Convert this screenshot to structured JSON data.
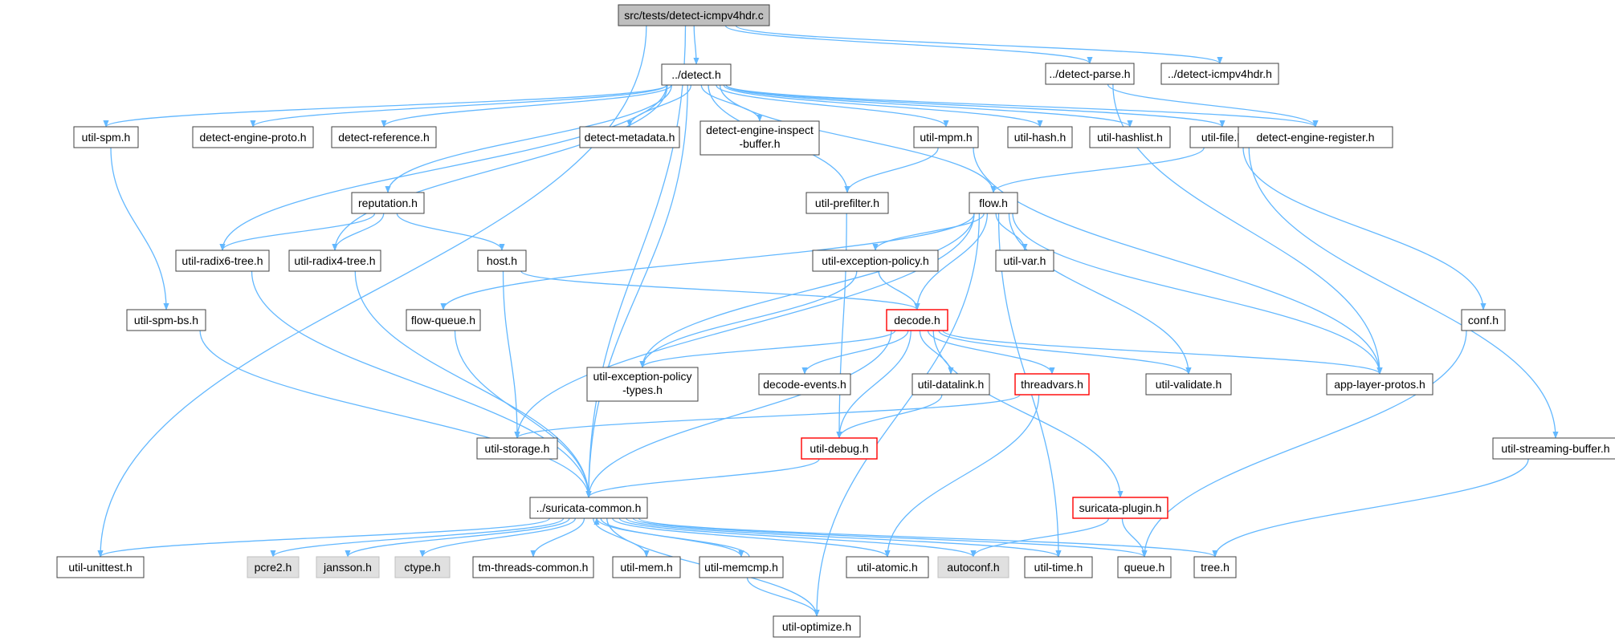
{
  "colors": {
    "edge": "#63b8ff",
    "node_fill": "#ffffff",
    "node_border": "#404040",
    "root_fill": "#bfbfbf",
    "external_fill": "#e0e0e0",
    "truncated_border": "#ff0000"
  },
  "nodes": [
    {
      "id": "root",
      "label": "src/tests/detect-icmpv4hdr.c",
      "style": "root"
    },
    {
      "id": "detect",
      "label": "../detect.h",
      "style": "normal"
    },
    {
      "id": "detect-parse",
      "label": "../detect-parse.h",
      "style": "normal"
    },
    {
      "id": "detect-icmpv4hdr",
      "label": "../detect-icmpv4hdr.h",
      "style": "normal"
    },
    {
      "id": "util-spm",
      "label": "util-spm.h",
      "style": "normal"
    },
    {
      "id": "detect-engine-proto",
      "label": "detect-engine-proto.h",
      "style": "normal"
    },
    {
      "id": "detect-reference",
      "label": "detect-reference.h",
      "style": "normal"
    },
    {
      "id": "detect-metadata",
      "label": "detect-metadata.h",
      "style": "normal"
    },
    {
      "id": "detect-engine-inspect-buffer",
      "label": [
        "detect-engine-inspect",
        "-buffer.h"
      ],
      "style": "normal"
    },
    {
      "id": "util-mpm",
      "label": "util-mpm.h",
      "style": "normal"
    },
    {
      "id": "util-hash",
      "label": "util-hash.h",
      "style": "normal"
    },
    {
      "id": "util-hashlist",
      "label": "util-hashlist.h",
      "style": "normal"
    },
    {
      "id": "util-file",
      "label": "util-file.h",
      "style": "normal"
    },
    {
      "id": "detect-engine-register",
      "label": "detect-engine-register.h",
      "style": "normal"
    },
    {
      "id": "reputation",
      "label": "reputation.h",
      "style": "normal"
    },
    {
      "id": "util-prefilter",
      "label": "util-prefilter.h",
      "style": "normal"
    },
    {
      "id": "flow",
      "label": "flow.h",
      "style": "normal"
    },
    {
      "id": "util-radix6-tree",
      "label": "util-radix6-tree.h",
      "style": "normal"
    },
    {
      "id": "util-radix4-tree",
      "label": "util-radix4-tree.h",
      "style": "normal"
    },
    {
      "id": "host",
      "label": "host.h",
      "style": "normal"
    },
    {
      "id": "util-exception-policy",
      "label": "util-exception-policy.h",
      "style": "normal"
    },
    {
      "id": "util-var",
      "label": "util-var.h",
      "style": "normal"
    },
    {
      "id": "util-spm-bs",
      "label": "util-spm-bs.h",
      "style": "normal"
    },
    {
      "id": "flow-queue",
      "label": "flow-queue.h",
      "style": "normal"
    },
    {
      "id": "decode",
      "label": "decode.h",
      "style": "truncated"
    },
    {
      "id": "conf",
      "label": "conf.h",
      "style": "normal"
    },
    {
      "id": "util-exception-policy-types",
      "label": [
        "util-exception-policy",
        "-types.h"
      ],
      "style": "normal"
    },
    {
      "id": "decode-events",
      "label": "decode-events.h",
      "style": "normal"
    },
    {
      "id": "util-datalink",
      "label": "util-datalink.h",
      "style": "normal"
    },
    {
      "id": "threadvars",
      "label": "threadvars.h",
      "style": "truncated"
    },
    {
      "id": "util-validate",
      "label": "util-validate.h",
      "style": "normal"
    },
    {
      "id": "app-layer-protos",
      "label": "app-layer-protos.h",
      "style": "normal"
    },
    {
      "id": "util-storage",
      "label": "util-storage.h",
      "style": "normal"
    },
    {
      "id": "util-debug",
      "label": "util-debug.h",
      "style": "truncated"
    },
    {
      "id": "util-streaming-buffer",
      "label": "util-streaming-buffer.h",
      "style": "normal"
    },
    {
      "id": "suricata-common",
      "label": "../suricata-common.h",
      "style": "normal"
    },
    {
      "id": "suricata-plugin",
      "label": "suricata-plugin.h",
      "style": "truncated"
    },
    {
      "id": "util-unittest",
      "label": "util-unittest.h",
      "style": "normal"
    },
    {
      "id": "pcre2",
      "label": "pcre2.h",
      "style": "external"
    },
    {
      "id": "jansson",
      "label": "jansson.h",
      "style": "external"
    },
    {
      "id": "ctype",
      "label": "ctype.h",
      "style": "external"
    },
    {
      "id": "tm-threads-common",
      "label": "tm-threads-common.h",
      "style": "normal"
    },
    {
      "id": "util-mem",
      "label": "util-mem.h",
      "style": "normal"
    },
    {
      "id": "util-memcmp",
      "label": "util-memcmp.h",
      "style": "normal"
    },
    {
      "id": "util-atomic",
      "label": "util-atomic.h",
      "style": "normal"
    },
    {
      "id": "autoconf",
      "label": "autoconf.h",
      "style": "external"
    },
    {
      "id": "util-time",
      "label": "util-time.h",
      "style": "normal"
    },
    {
      "id": "queue",
      "label": "queue.h",
      "style": "normal"
    },
    {
      "id": "tree",
      "label": "tree.h",
      "style": "normal"
    },
    {
      "id": "util-optimize",
      "label": "util-optimize.h",
      "style": "normal"
    }
  ],
  "edges": [
    [
      "root",
      "detect"
    ],
    [
      "root",
      "detect-parse"
    ],
    [
      "root",
      "detect-icmpv4hdr"
    ],
    [
      "root",
      "suricata-common"
    ],
    [
      "root",
      "util-unittest"
    ],
    [
      "detect",
      "util-spm"
    ],
    [
      "detect",
      "detect-engine-proto"
    ],
    [
      "detect",
      "detect-reference"
    ],
    [
      "detect",
      "detect-metadata"
    ],
    [
      "detect",
      "detect-engine-inspect-buffer"
    ],
    [
      "detect",
      "util-mpm"
    ],
    [
      "detect",
      "util-hash"
    ],
    [
      "detect",
      "util-hashlist"
    ],
    [
      "detect",
      "util-file"
    ],
    [
      "detect",
      "detect-engine-register"
    ],
    [
      "detect",
      "reputation"
    ],
    [
      "detect",
      "util-prefilter"
    ],
    [
      "detect",
      "flow"
    ],
    [
      "detect",
      "util-radix6-tree"
    ],
    [
      "detect",
      "util-radix4-tree"
    ],
    [
      "detect",
      "suricata-common"
    ],
    [
      "detect-parse",
      "detect-engine-register"
    ],
    [
      "detect-parse",
      "app-layer-protos"
    ],
    [
      "util-spm",
      "util-spm-bs"
    ],
    [
      "util-spm-bs",
      "suricata-common"
    ],
    [
      "util-mpm",
      "util-prefilter"
    ],
    [
      "util-mpm",
      "app-layer-protos"
    ],
    [
      "util-file",
      "flow"
    ],
    [
      "util-file",
      "conf"
    ],
    [
      "util-file",
      "util-streaming-buffer"
    ],
    [
      "reputation",
      "util-radix6-tree"
    ],
    [
      "reputation",
      "util-radix4-tree"
    ],
    [
      "reputation",
      "host"
    ],
    [
      "util-prefilter",
      "util-debug"
    ],
    [
      "flow",
      "flow-queue"
    ],
    [
      "flow",
      "util-exception-policy"
    ],
    [
      "flow",
      "util-var"
    ],
    [
      "flow",
      "decode"
    ],
    [
      "flow",
      "util-exception-policy-types"
    ],
    [
      "flow",
      "util-storage"
    ],
    [
      "flow",
      "util-validate"
    ],
    [
      "flow",
      "app-layer-protos"
    ],
    [
      "flow",
      "util-time"
    ],
    [
      "flow",
      "util-optimize"
    ],
    [
      "util-radix6-tree",
      "suricata-common"
    ],
    [
      "util-radix4-tree",
      "suricata-common"
    ],
    [
      "host",
      "decode"
    ],
    [
      "host",
      "util-storage"
    ],
    [
      "util-exception-policy",
      "decode"
    ],
    [
      "util-exception-policy",
      "util-exception-policy-types"
    ],
    [
      "flow-queue",
      "suricata-common"
    ],
    [
      "decode",
      "util-exception-policy-types"
    ],
    [
      "decode",
      "decode-events"
    ],
    [
      "decode",
      "util-datalink"
    ],
    [
      "decode",
      "threadvars"
    ],
    [
      "decode",
      "util-validate"
    ],
    [
      "decode",
      "app-layer-protos"
    ],
    [
      "decode",
      "util-debug"
    ],
    [
      "decode",
      "suricata-plugin"
    ],
    [
      "decode",
      "suricata-common"
    ],
    [
      "conf",
      "queue"
    ],
    [
      "util-datalink",
      "util-debug"
    ],
    [
      "threadvars",
      "util-storage"
    ],
    [
      "threadvars",
      "util-atomic"
    ],
    [
      "util-debug",
      "suricata-common"
    ],
    [
      "util-streaming-buffer",
      "tree"
    ],
    [
      "suricata-plugin",
      "autoconf"
    ],
    [
      "suricata-plugin",
      "queue"
    ],
    [
      "suricata-common",
      "util-unittest"
    ],
    [
      "suricata-common",
      "pcre2"
    ],
    [
      "suricata-common",
      "jansson"
    ],
    [
      "suricata-common",
      "ctype"
    ],
    [
      "suricata-common",
      "tm-threads-common"
    ],
    [
      "suricata-common",
      "util-mem"
    ],
    [
      "suricata-common",
      "util-memcmp"
    ],
    [
      "suricata-common",
      "util-atomic"
    ],
    [
      "suricata-common",
      "autoconf"
    ],
    [
      "suricata-common",
      "util-time"
    ],
    [
      "suricata-common",
      "queue"
    ],
    [
      "suricata-common",
      "tree"
    ],
    [
      "suricata-common",
      "util-optimize"
    ],
    [
      "util-memcmp",
      "suricata-common"
    ],
    [
      "util-memcmp",
      "util-optimize"
    ]
  ]
}
